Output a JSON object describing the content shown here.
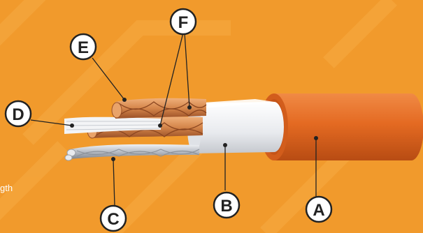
{
  "colors": {
    "background": "#f19a2c",
    "background_deep": "#e9851c",
    "pattern": "#f5ab44",
    "jacket": "#e46a22",
    "jacket_shadow": "#b84c13",
    "shield": "#e8eaee",
    "copper": "#d4854a",
    "copper_dark": "#9a5027",
    "silver": "#b9bec6",
    "callout_fill": "#ffffff",
    "callout_stroke": "#222222"
  },
  "callouts": [
    {
      "id": "A",
      "label": "A"
    },
    {
      "id": "B",
      "label": "B"
    },
    {
      "id": "C",
      "label": "C"
    },
    {
      "id": "D",
      "label": "D"
    },
    {
      "id": "E",
      "label": "E"
    },
    {
      "id": "F",
      "label": "F"
    }
  ],
  "partial_text": "gth"
}
